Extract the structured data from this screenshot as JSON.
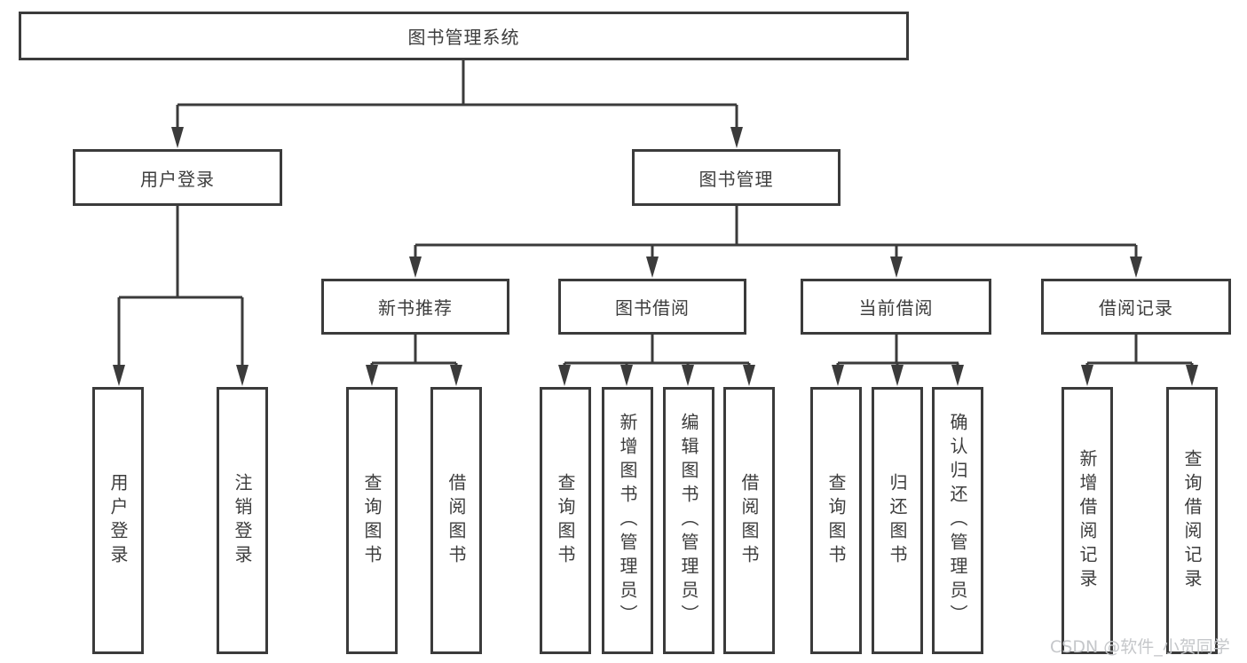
{
  "diagram": {
    "title": "图书管理系统",
    "nodes": [
      {
        "id": "root",
        "label": "图书管理系统",
        "level": 1,
        "parent": null
      },
      {
        "id": "user-login",
        "label": "用户登录",
        "level": 2,
        "parent": "root"
      },
      {
        "id": "book-mgmt",
        "label": "图书管理",
        "level": 2,
        "parent": "root"
      },
      {
        "id": "new-book-recommend",
        "label": "新书推荐",
        "level": 3,
        "parent": "book-mgmt"
      },
      {
        "id": "book-borrow",
        "label": "图书借阅",
        "level": 3,
        "parent": "book-mgmt"
      },
      {
        "id": "current-borrow",
        "label": "当前借阅",
        "level": 3,
        "parent": "book-mgmt"
      },
      {
        "id": "borrow-record",
        "label": "借阅记录",
        "level": 3,
        "parent": "book-mgmt"
      },
      {
        "id": "leaf-user-login",
        "label": "用户登录",
        "level": 4,
        "parent": "user-login"
      },
      {
        "id": "leaf-logout",
        "label": "注销登录",
        "level": 4,
        "parent": "user-login"
      },
      {
        "id": "leaf-query-book-1",
        "label": "查询图书",
        "level": 4,
        "parent": "new-book-recommend"
      },
      {
        "id": "leaf-borrow-book-1",
        "label": "借阅图书",
        "level": 4,
        "parent": "new-book-recommend"
      },
      {
        "id": "leaf-query-book-2",
        "label": "查询图书",
        "level": 4,
        "parent": "book-borrow"
      },
      {
        "id": "leaf-add-book",
        "label": "新增图书（管理员）",
        "level": 4,
        "parent": "book-borrow"
      },
      {
        "id": "leaf-edit-book",
        "label": "编辑图书（管理员）",
        "level": 4,
        "parent": "book-borrow"
      },
      {
        "id": "leaf-borrow-book-2",
        "label": "借阅图书",
        "level": 4,
        "parent": "book-borrow"
      },
      {
        "id": "leaf-query-book-3",
        "label": "查询图书",
        "level": 4,
        "parent": "current-borrow"
      },
      {
        "id": "leaf-return-book",
        "label": "归还图书",
        "level": 4,
        "parent": "current-borrow"
      },
      {
        "id": "leaf-confirm-return",
        "label": "确认归还（管理员）",
        "level": 4,
        "parent": "current-borrow"
      },
      {
        "id": "leaf-add-borrow-record",
        "label": "新增借阅记录",
        "level": 4,
        "parent": "borrow-record"
      },
      {
        "id": "leaf-query-borrow-record",
        "label": "查询借阅记录",
        "level": 4,
        "parent": "borrow-record"
      }
    ]
  },
  "watermark": {
    "text": "CSDN @软件_小贺同学"
  },
  "colors": {
    "line": "#3b3b3b",
    "text": "#3d3d3d",
    "box_background": "#ffffff",
    "watermark": "#c5c7ca"
  }
}
